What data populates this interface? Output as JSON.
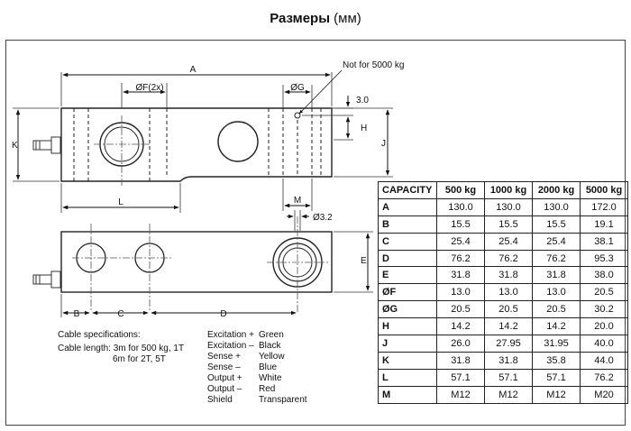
{
  "title": {
    "bold": "Размеры",
    "unit": " (мм)"
  },
  "drawing": {
    "dim_labels": {
      "A": "A",
      "F": "ØF(2x)",
      "G": "ØG",
      "note": "Not for 5000 kg",
      "d30": "3.0",
      "H": "H",
      "J": "J",
      "K": "K",
      "L": "L",
      "M": "M",
      "d32": "Ø3.2",
      "E": "E",
      "B": "B",
      "C": "C",
      "D": "D"
    }
  },
  "cable_specs": {
    "heading": "Cable specifications:",
    "line1": "Cable length: 3m for 500 kg, 1T",
    "line2": "6m for 2T, 5T"
  },
  "wiring": [
    {
      "signal": "Excitation +",
      "color": "Green"
    },
    {
      "signal": "Excitation –",
      "color": "Black"
    },
    {
      "signal": "Sense +",
      "color": "Yellow"
    },
    {
      "signal": "Sense –",
      "color": "Blue"
    },
    {
      "signal": "Output +",
      "color": "White"
    },
    {
      "signal": "Output –",
      "color": "Red"
    },
    {
      "signal": "Shield",
      "color": "Transparent"
    }
  ],
  "table": {
    "headers": [
      "CAPACITY",
      "500 kg",
      "1000 kg",
      "2000 kg",
      "5000 kg"
    ],
    "rows": [
      [
        "A",
        "130.0",
        "130.0",
        "130.0",
        "172.0"
      ],
      [
        "B",
        "15.5",
        "15.5",
        "15.5",
        "19.1"
      ],
      [
        "C",
        "25.4",
        "25.4",
        "25.4",
        "38.1"
      ],
      [
        "D",
        "76.2",
        "76.2",
        "76.2",
        "95.3"
      ],
      [
        "E",
        "31.8",
        "31.8",
        "31.8",
        "38.0"
      ],
      [
        "ØF",
        "13.0",
        "13.0",
        "13.0",
        "20.5"
      ],
      [
        "ØG",
        "20.5",
        "20.5",
        "20.5",
        "30.2"
      ],
      [
        "H",
        "14.2",
        "14.2",
        "14.2",
        "20.0"
      ],
      [
        "J",
        "26.0",
        "27.95",
        "31.95",
        "40.0"
      ],
      [
        "K",
        "31.8",
        "31.8",
        "35.8",
        "44.0"
      ],
      [
        "L",
        "57.1",
        "57.1",
        "57.1",
        "76.2"
      ],
      [
        "M",
        "M12",
        "M12",
        "M12",
        "M20"
      ]
    ]
  }
}
